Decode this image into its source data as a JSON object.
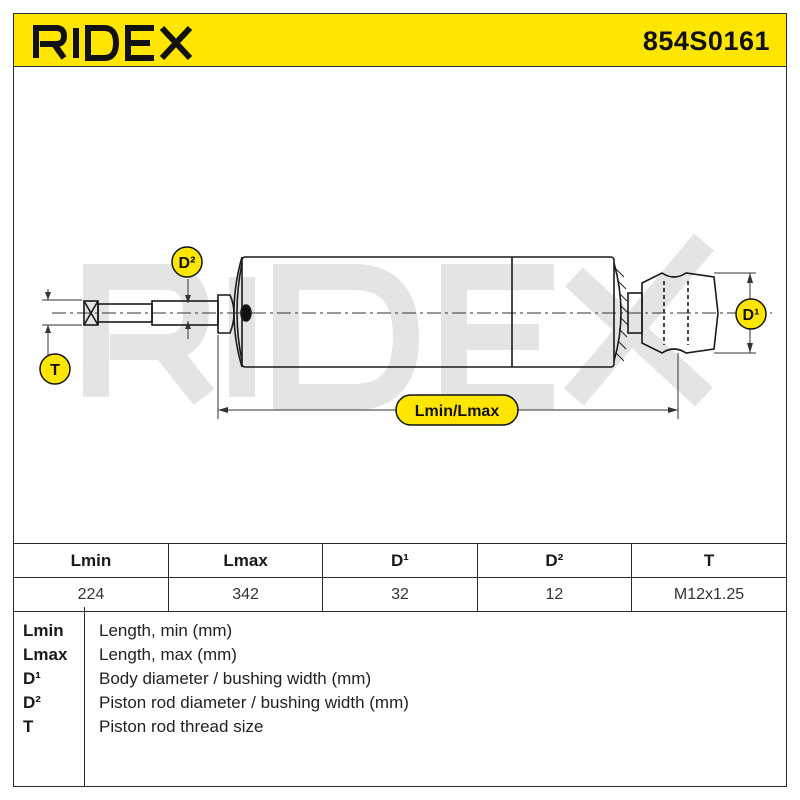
{
  "header": {
    "brand": "RIDEX",
    "part_number": "854S0161"
  },
  "drawing": {
    "labels": {
      "d2": "D²",
      "d1": "D¹",
      "t": "T",
      "length": "Lmin/Lmax"
    },
    "accent_color": "#ffe600",
    "watermark": "RIDEX"
  },
  "table": {
    "headers": [
      "Lmin",
      "Lmax",
      "D¹",
      "D²",
      "T"
    ],
    "values": [
      "224",
      "342",
      "32",
      "12",
      "M12x1.25"
    ]
  },
  "legend": [
    {
      "key": "Lmin",
      "desc": "Length, min (mm)"
    },
    {
      "key": "Lmax",
      "desc": "Length, max (mm)"
    },
    {
      "key": "D¹",
      "desc": "Body diameter / bushing width (mm)"
    },
    {
      "key": "D²",
      "desc": "Piston rod diameter / bushing width (mm)"
    },
    {
      "key": "T",
      "desc": "Piston rod thread size"
    }
  ]
}
